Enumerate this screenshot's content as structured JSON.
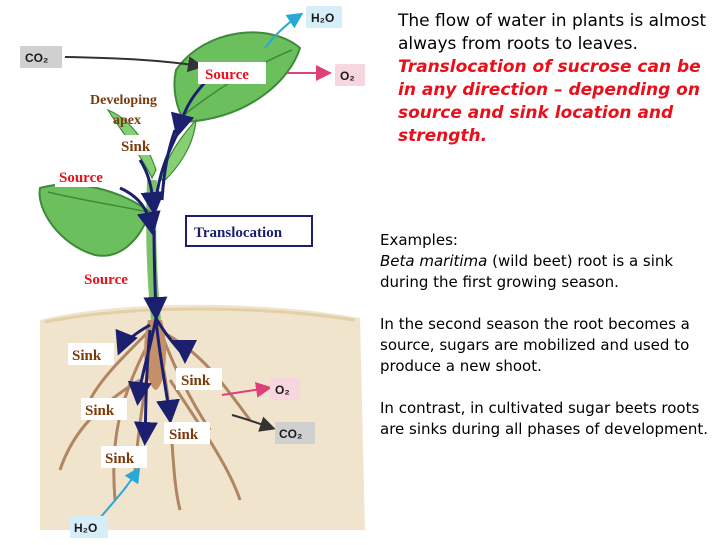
{
  "diagram": {
    "gases": {
      "h2o_top": "H₂O",
      "co2_left": "CO₂",
      "o2_leaf": "O₂",
      "o2_root": "O₂",
      "co2_root": "CO₂",
      "h2o_bottom": "H₂O"
    },
    "labels": {
      "source_top": "Source",
      "developing_apex_line1": "Developing",
      "developing_apex_line2": "apex",
      "sink_apex": "Sink",
      "source_left_leaf": "Source",
      "translocation": "Translocation",
      "source_stem": "Source",
      "sink_root_1": "Sink",
      "sink_root_2": "Sink",
      "sink_root_3": "Sink",
      "sink_root_4": "Sink",
      "sink_root_5": "Sink"
    },
    "colors": {
      "source_label": "#e8101a",
      "sink_label": "#7a3b0c",
      "apex_label": "#7a3b0c",
      "arrow": "#1b1f6e",
      "translocation_box": "#1b1f6e",
      "leaf": "#6bbf5d",
      "soil": "#f1e4cc",
      "water_arrow": "#27a9d6",
      "o2_arrow": "#e0407a"
    }
  },
  "text": {
    "para1": "The flow of water in plants is almost always from roots to leaves.",
    "para1_emphasis": "Translocation of sucrose can be in any direction – depending on source and sink location and strength.",
    "examples_heading": "Examples:",
    "example1_species": "Beta maritima",
    "example1_rest": " (wild beet) root is a sink during the first growing season.",
    "example2": "In the second season the root becomes a source, sugars are mobilized and used to produce a new shoot.",
    "example3": "In contrast, in cultivated sugar beets roots are sinks during all phases of development."
  }
}
